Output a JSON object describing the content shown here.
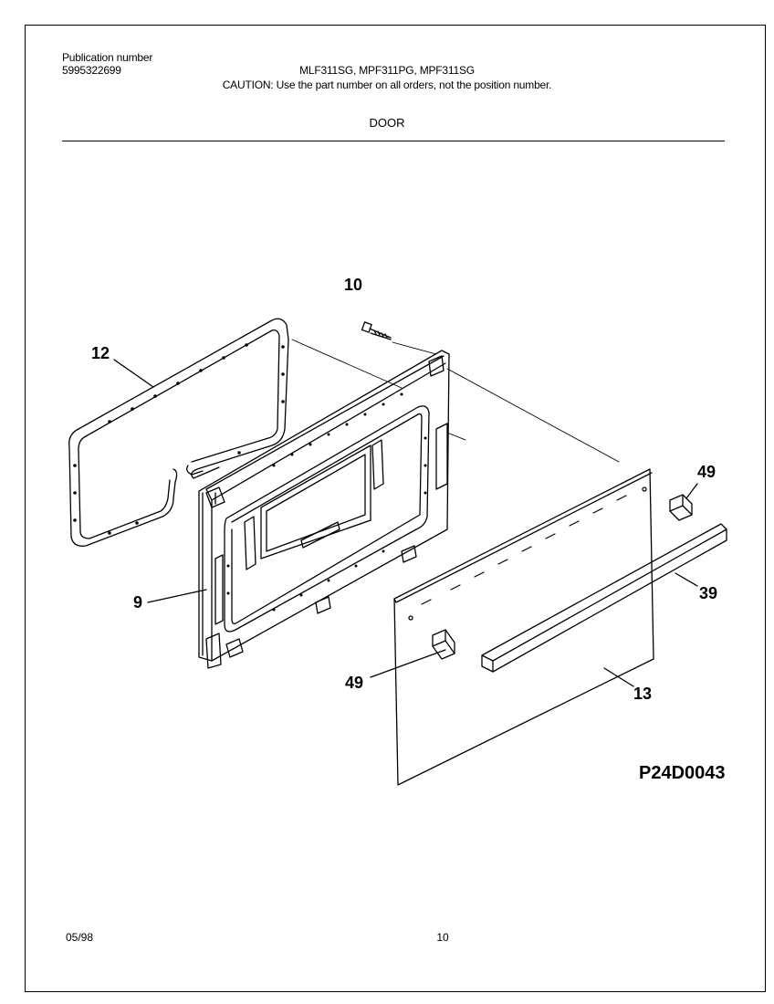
{
  "header": {
    "publication_label": "Publication number",
    "publication_number": "5995322699",
    "models": "MLF311SG, MPF311PG, MPF311SG",
    "caution": "CAUTION:  Use the part number on all orders, not the position number.",
    "section_title": "DOOR"
  },
  "callouts": {
    "screw": "10",
    "gasket": "12",
    "inner_door": "9",
    "bracket_right": "49",
    "handle": "39",
    "bracket_left": "49",
    "outer_panel": "13"
  },
  "diagram_code": "P24D0043",
  "footer": {
    "date": "05/98",
    "page_number": "10"
  },
  "colors": {
    "ink": "#000000",
    "paper": "#ffffff"
  }
}
